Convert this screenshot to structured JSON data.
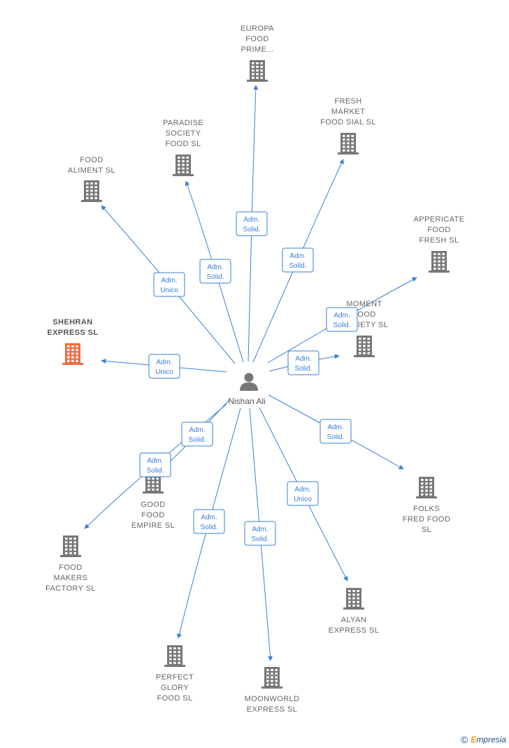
{
  "colors": {
    "edge": "#3a7fd5",
    "building": "#777777",
    "focus_building": "#f26a3d",
    "person": "#777777"
  },
  "center": {
    "name": "Nishan Ali",
    "icon": "person-icon"
  },
  "nodes": [
    {
      "id": "shehran",
      "lines": [
        "SHEHRAN",
        "EXPRESS  SL"
      ],
      "focus": true,
      "icon": "building-icon"
    },
    {
      "id": "food-aliment",
      "lines": [
        "FOOD",
        "ALIMENT  SL"
      ],
      "icon": "building-icon"
    },
    {
      "id": "paradise",
      "lines": [
        "PARADISE",
        "SOCIETY",
        "FOOD  SL"
      ],
      "icon": "building-icon"
    },
    {
      "id": "europa",
      "lines": [
        "EUROPA",
        "FOOD",
        "PRIME..."
      ],
      "icon": "building-icon"
    },
    {
      "id": "fresh-market",
      "lines": [
        "FRESH",
        "MARKET",
        "FOOD SIAL  SL"
      ],
      "icon": "building-icon"
    },
    {
      "id": "appericate",
      "lines": [
        "APPERICATE",
        "FOOD",
        "FRESH  SL"
      ],
      "icon": "building-icon"
    },
    {
      "id": "moment",
      "lines": [
        "MOMENT",
        "FOOD",
        "SOCIETY  SL"
      ],
      "icon": "building-icon"
    },
    {
      "id": "folks",
      "lines": [
        "FOLKS",
        "FRED FOOD",
        "SL"
      ],
      "icon": "building-icon"
    },
    {
      "id": "alyan",
      "lines": [
        "ALYAN",
        "EXPRESS  SL"
      ],
      "icon": "building-icon"
    },
    {
      "id": "moonworld",
      "lines": [
        "MOONWORLD",
        "EXPRESS  SL"
      ],
      "icon": "building-icon"
    },
    {
      "id": "perfect",
      "lines": [
        "PERFECT",
        "GLORY",
        "FOOD  SL"
      ],
      "icon": "building-icon"
    },
    {
      "id": "food-makers",
      "lines": [
        "FOOD",
        "MAKERS",
        "FACTORY  SL"
      ],
      "icon": "building-icon"
    },
    {
      "id": "good-food",
      "lines": [
        "GOOD",
        "FOOD",
        "EMPIRE  SL"
      ],
      "icon": "building-icon"
    }
  ],
  "edges": [
    {
      "to": "shehran",
      "label": [
        "Adm.",
        "Unico"
      ]
    },
    {
      "to": "food-aliment",
      "label": [
        "Adm.",
        "Unico"
      ]
    },
    {
      "to": "paradise",
      "label": [
        "Adm.",
        "Solid."
      ]
    },
    {
      "to": "europa",
      "label": [
        "Adm.",
        "Solid."
      ]
    },
    {
      "to": "fresh-market",
      "label": [
        "Adm.",
        "Solid."
      ]
    },
    {
      "to": "appericate",
      "label": [
        "Adm.",
        "Solid."
      ]
    },
    {
      "to": "moment",
      "label": [
        "Adm.",
        "Solid."
      ]
    },
    {
      "to": "folks",
      "label": [
        "Adm.",
        "Solid."
      ]
    },
    {
      "to": "alyan",
      "label": [
        "Adm.",
        "Unico"
      ]
    },
    {
      "to": "moonworld",
      "label": [
        "Adm.",
        "Solid."
      ]
    },
    {
      "to": "perfect",
      "label": [
        "Adm.",
        "Solid."
      ]
    },
    {
      "to": "food-makers",
      "label": [
        "Adm.",
        "Solid."
      ]
    },
    {
      "to": "good-food",
      "label": [
        "Adm.",
        "Solid."
      ]
    }
  ],
  "brand": {
    "copyright": "©",
    "initial": "E",
    "rest": "mpresia"
  }
}
